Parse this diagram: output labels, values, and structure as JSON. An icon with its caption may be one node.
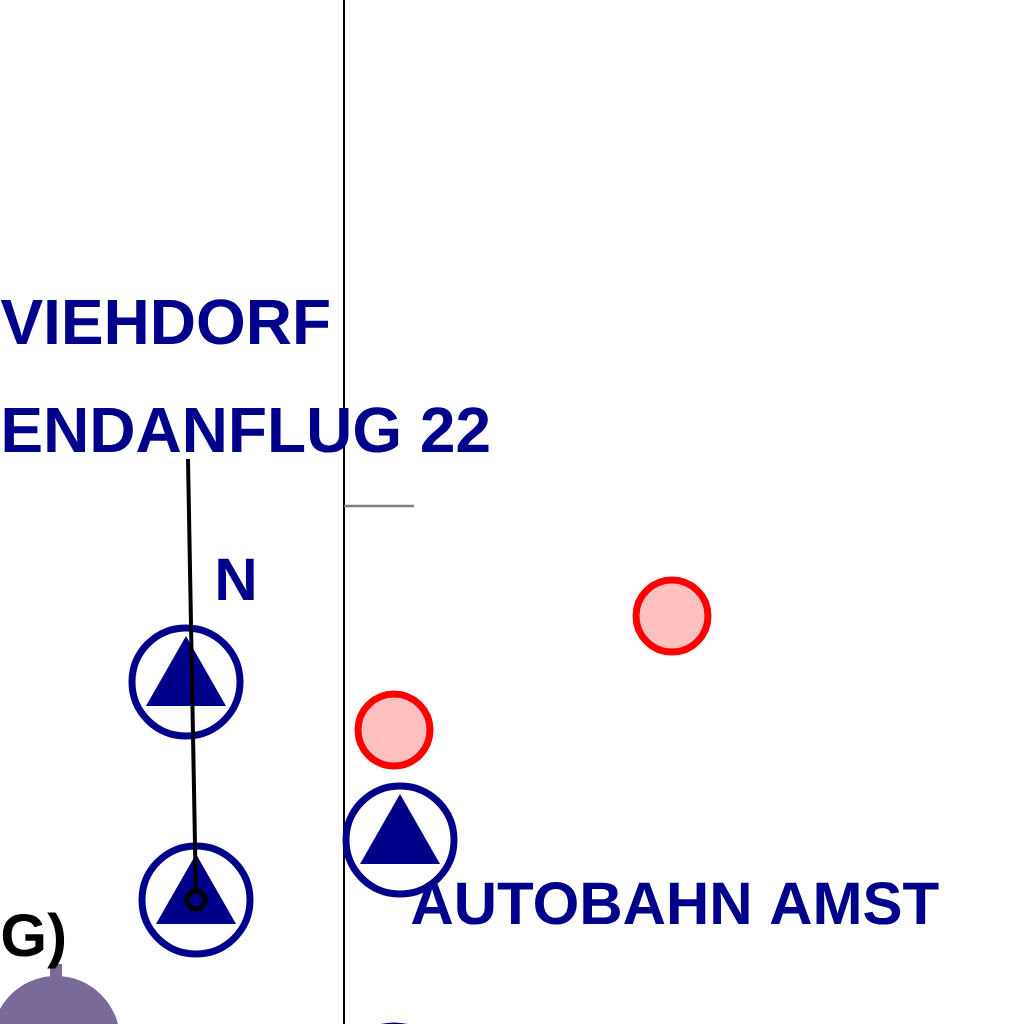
{
  "diagram": {
    "nodes": [
      {
        "text": [
          "ENDANFLUG 22"
        ]
      },
      {
        "text": [],
        "shape": "circle"
      }
    ],
    "edges": [
      {
        "from": 0,
        "to": 1,
        "arrow": "none"
      }
    ],
    "labels": [
      "VIEHDORF",
      "N",
      "G)",
      "AUTOBAHN AMST"
    ]
  }
}
